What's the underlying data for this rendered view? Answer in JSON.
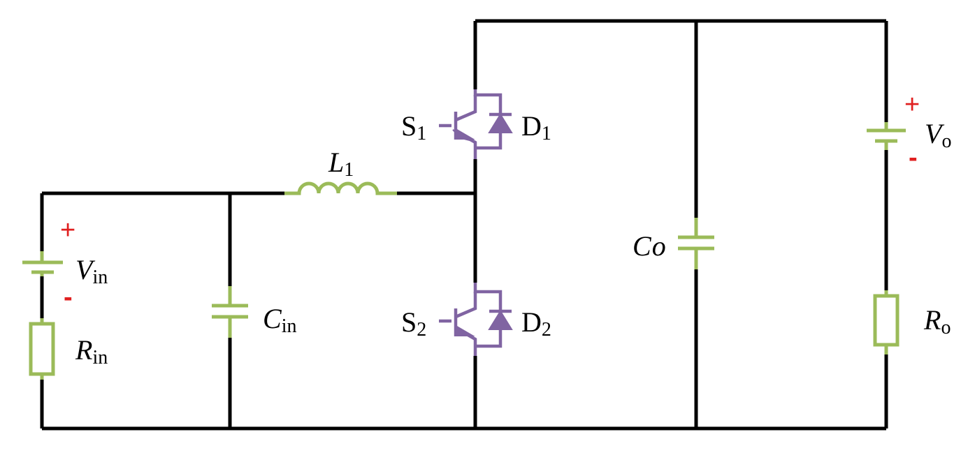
{
  "colors": {
    "wire": "#000000",
    "passive": "#9bbb59",
    "switch": "#8064a2",
    "polarity": "#e02020"
  },
  "labels": {
    "s1": {
      "main": "S",
      "sub": "1"
    },
    "d1": {
      "main": "D",
      "sub": "1"
    },
    "s2": {
      "main": "S",
      "sub": "2"
    },
    "d2": {
      "main": "D",
      "sub": "2"
    },
    "l1": {
      "main": "L",
      "sub": "1"
    },
    "vin": {
      "main": "V",
      "sub": "in"
    },
    "rin": {
      "main": "R",
      "sub": "in"
    },
    "cin": {
      "main": "C",
      "sub": "in"
    },
    "co": {
      "main": "C",
      "sub": "o"
    },
    "vo": {
      "main": "V",
      "sub": "o"
    },
    "ro": {
      "main": "R",
      "sub": "o"
    }
  },
  "polarity": {
    "vin_plus": "+",
    "vin_minus": "-",
    "vo_plus": "+",
    "vo_minus": "-"
  }
}
